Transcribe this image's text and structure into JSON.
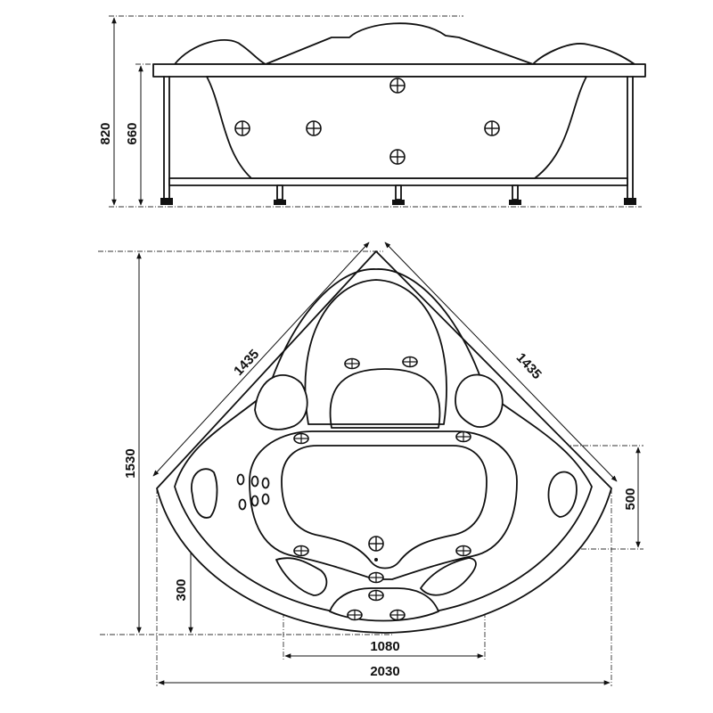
{
  "dimensions": {
    "front_total_height": "820",
    "front_tub_height": "660",
    "top_side_left": "1435",
    "top_side_right": "1435",
    "top_depth": "1530",
    "top_offset_right": "500",
    "top_offset_left": "300",
    "top_inner_width": "1080",
    "top_total_width": "2030"
  }
}
